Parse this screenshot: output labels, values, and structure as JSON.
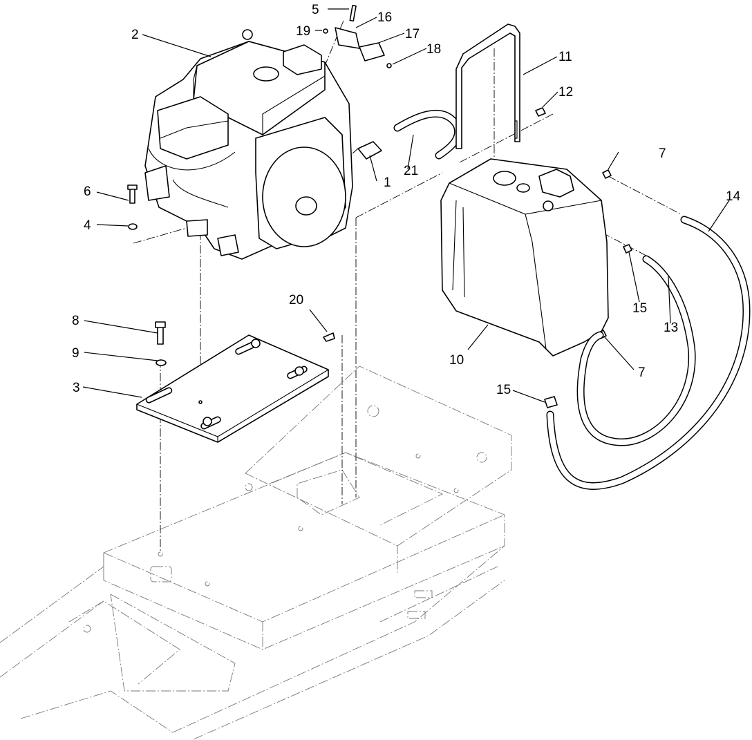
{
  "callouts": {
    "c1": "1",
    "c2": "2",
    "c3": "3",
    "c4": "4",
    "c5": "5",
    "c6": "6",
    "c7a": "7",
    "c7b": "7",
    "c8": "8",
    "c9": "9",
    "c10": "10",
    "c11": "11",
    "c12": "12",
    "c13": "13",
    "c14": "14",
    "c15a": "15",
    "c15b": "15",
    "c16": "16",
    "c17": "17",
    "c18": "18",
    "c19": "19",
    "c20": "20",
    "c21": "21"
  }
}
